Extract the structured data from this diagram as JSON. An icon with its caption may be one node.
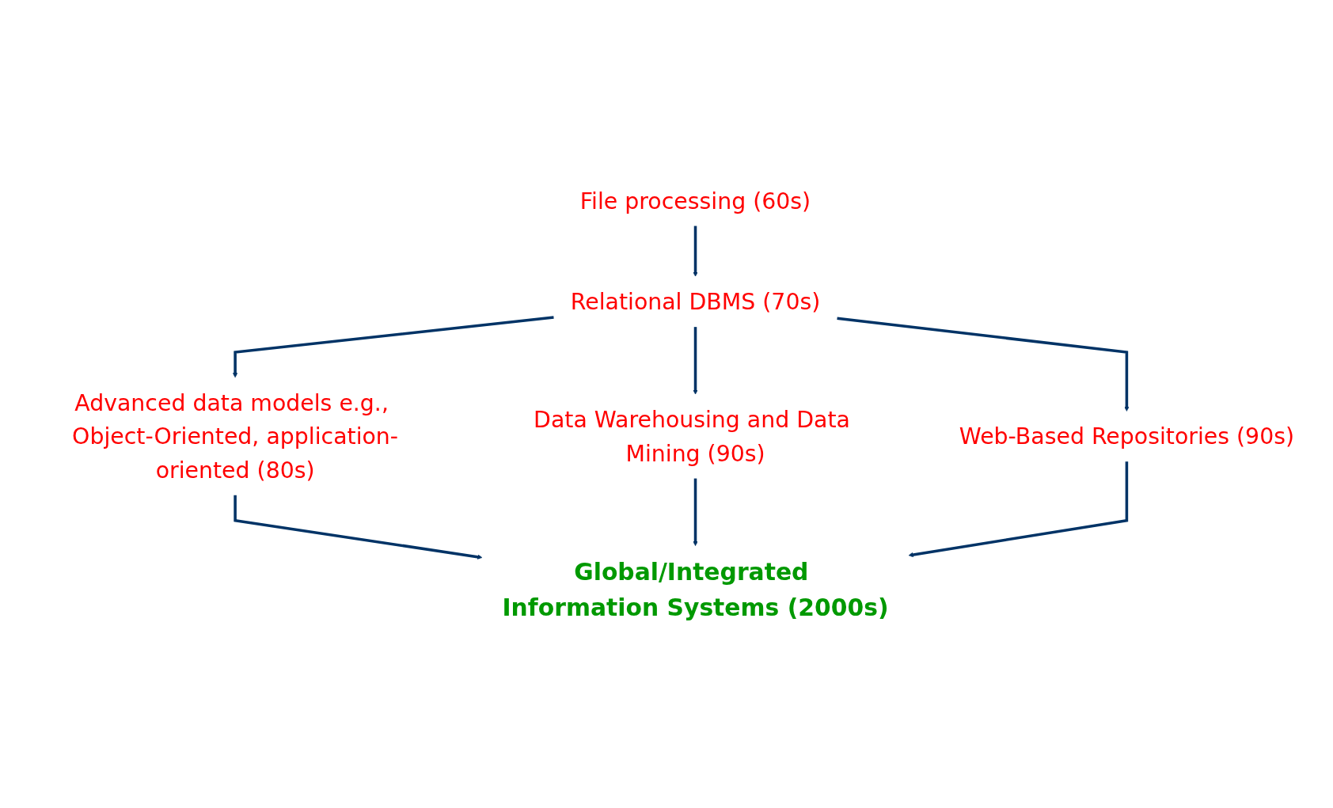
{
  "diagram": {
    "nodes": [
      {
        "text": [
          "File processing (60s)"
        ]
      },
      {
        "text": [
          "Relational DBMS (70s)"
        ]
      },
      {
        "text": [
          "Advanced data models e.g., Object-Oriented, application-oriented (80s)"
        ]
      },
      {
        "text": [
          "Web-Based Repositories (90s)"
        ]
      },
      {
        "text": [
          "Data Warehousing and Data Mining (90s)"
        ]
      },
      {
        "text": [
          "Global/Integrated Information Systems (2000s)"
        ]
      }
    ],
    "edges": [
      {
        "from": 0,
        "to": 1,
        "arrow": "to"
      },
      {
        "from": 1,
        "to": 2,
        "arrow": "to"
      },
      {
        "from": 1,
        "to": 4,
        "arrow": "to"
      },
      {
        "from": 1,
        "to": 3,
        "arrow": "to"
      },
      {
        "from": 2,
        "to": 5,
        "arrow": "to"
      },
      {
        "from": 4,
        "to": 5,
        "arrow": "to"
      },
      {
        "from": 3,
        "to": 5,
        "arrow": "to"
      }
    ]
  }
}
